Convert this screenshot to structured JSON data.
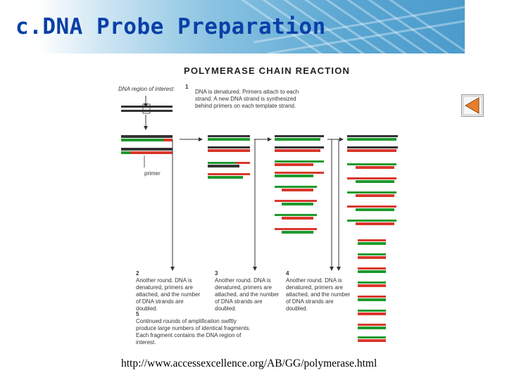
{
  "slide": {
    "title": "c.DNA Probe Preparation",
    "source_url": "http://www.accessexcellence.org/AB/GG/polymerase.html"
  },
  "nav": {
    "icon": "triangle-left-icon"
  },
  "figure": {
    "title": "POLYMERASE CHAIN REACTION",
    "region_label": "DNA region of interest",
    "primer_label": "primer",
    "steps": [
      {
        "num": "1",
        "text": "DNA is denatured. Primers attach to each strand. A new DNA strand is synthesized behind primers on each template strand."
      },
      {
        "num": "2",
        "text": "Another round. DNA is denatured, primers are attached, and the number of DNA strands are doubled."
      },
      {
        "num": "3",
        "text": "Another round. DNA is denatured, primers are attached, and the number of DNA strands are doubled."
      },
      {
        "num": "4",
        "text": "Another round. DNA is denatured, primers are attached, and the number of DNA strands are doubled."
      },
      {
        "num": "5",
        "text": "Continued rounds of amplification swiftly produce large numbers of identical fragments. Each fragment contains the DNA region of interest."
      }
    ]
  },
  "colors": {
    "title": "#0a3fa8",
    "strand_green": "#1f9a2e",
    "strand_red": "#d9382b",
    "strand_dark": "#333333",
    "nav_fill": "#e87d2a"
  }
}
